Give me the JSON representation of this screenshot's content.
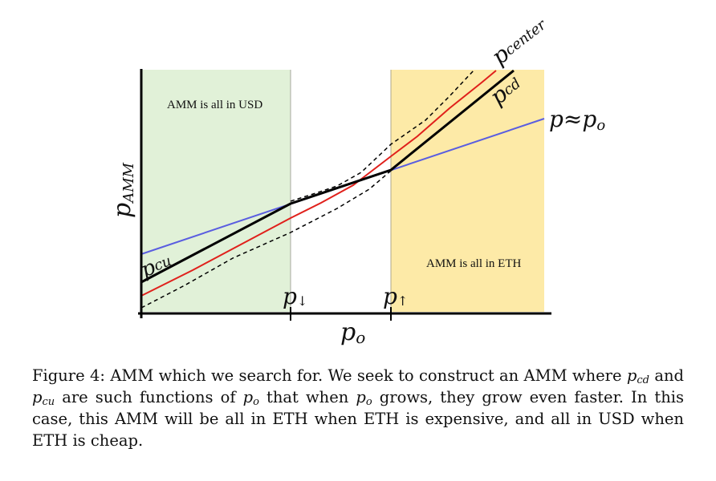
{
  "figure": {
    "regions": {
      "usd": {
        "label": "AMM is all in USD",
        "color": "#e1f1d8"
      },
      "eth": {
        "label": "AMM is all in ETH",
        "color": "#fdeaa7"
      }
    },
    "axes": {
      "ylabel_main": "p",
      "ylabel_sub": "AMM",
      "xlabel_main": "p",
      "xlabel_sub": "o"
    },
    "ticks": {
      "p_down": {
        "main": "p",
        "sub": "↓"
      },
      "p_up": {
        "main": "p",
        "sub": "↑"
      }
    },
    "curve_labels": {
      "center": {
        "main": "p",
        "sub": "center"
      },
      "cd": {
        "main": "p",
        "sub": "cd"
      },
      "cu": {
        "main": "p",
        "sub": "cu"
      },
      "po": {
        "text": "p≈p",
        "sub": "o"
      }
    },
    "colors": {
      "red": "#e0201b",
      "blue": "#5a5ee0",
      "black": "#000000"
    }
  },
  "caption": {
    "label": "Figure 4:",
    "t1": "AMM which we search for. We seek to construct an AMM where",
    "v1": "p",
    "v1sub": "cd",
    "t2": "and",
    "v2": "p",
    "v2sub": "cu",
    "t3": "are such functions of",
    "v3": "p",
    "v3sub": "o",
    "t4": "that when",
    "v4": "p",
    "v4sub": "o",
    "t5": "grows, they grow even faster. In this case, this AMM will be all in ETH when ETH is expensive, and all in USD when ETH is cheap."
  }
}
